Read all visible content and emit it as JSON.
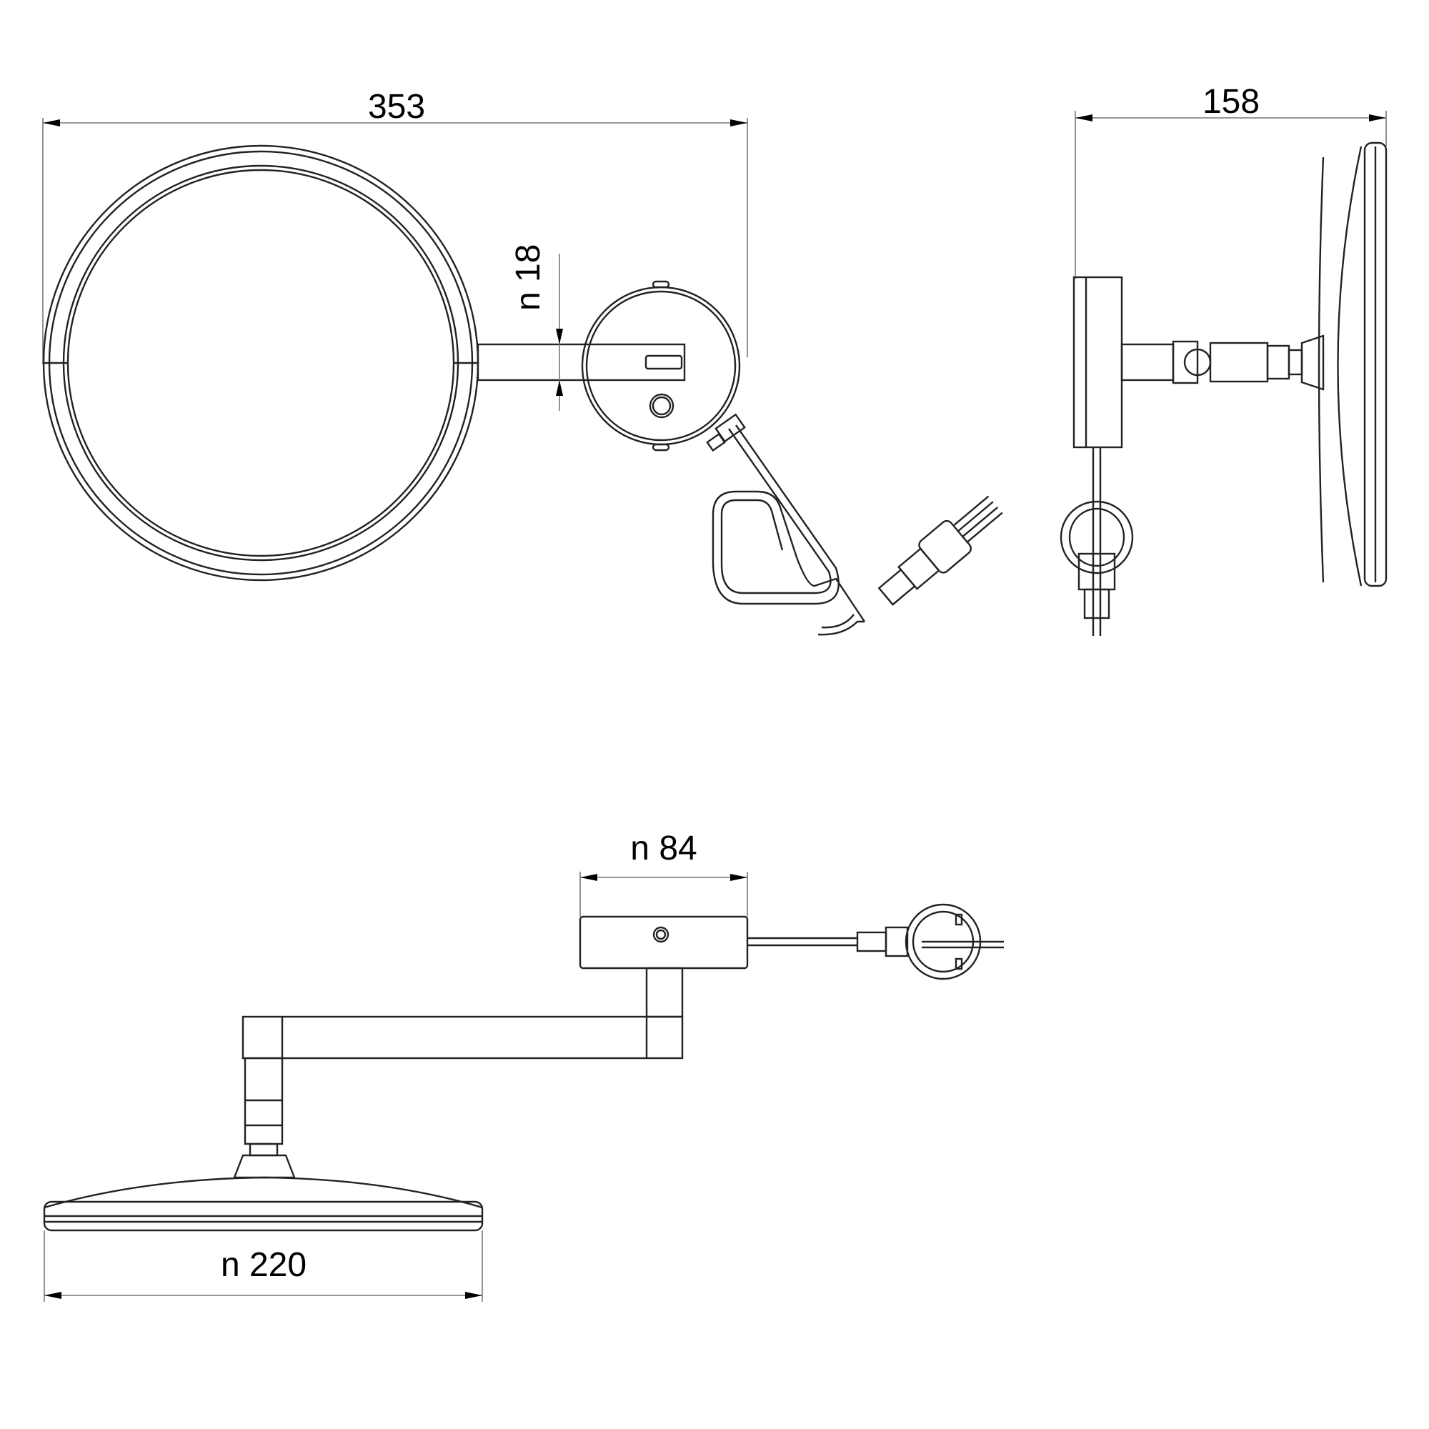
{
  "drawing": {
    "subject": "Wall-mounted cosmetic mirror with swivel arm and power plug",
    "views": [
      "front-view",
      "side-view",
      "top-view"
    ]
  },
  "dimensions": {
    "overall_width": "353",
    "arm_diameter": "n 18",
    "depth": "158",
    "wall_plate_diameter": "n 84",
    "mirror_diameter": "n 220"
  },
  "colors": {
    "line": "#222222",
    "dimension_line": "#777777",
    "background": "#ffffff"
  }
}
